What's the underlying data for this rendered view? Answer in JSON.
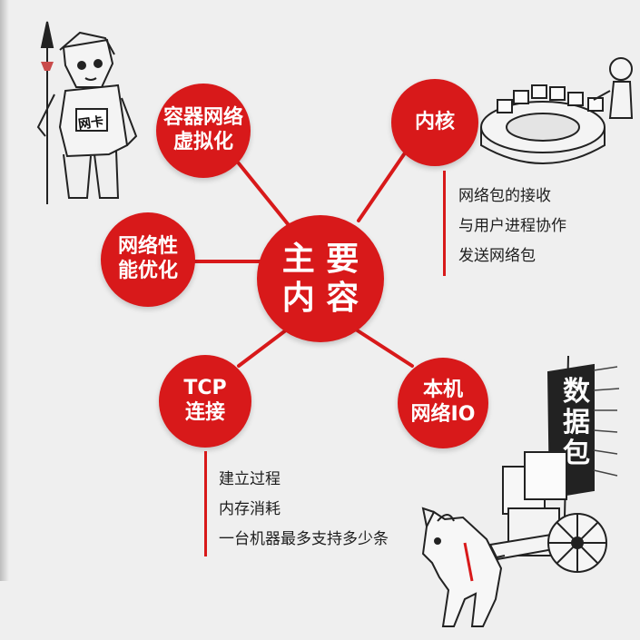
{
  "center_node": {
    "label": "主 要\n内 容"
  },
  "nodes": {
    "container": {
      "label": "容器网络\n虚拟化"
    },
    "kernel": {
      "label": "内核"
    },
    "perf": {
      "label": "网络性\n能优化"
    },
    "tcp": {
      "label": "TCP\n连接"
    },
    "local_io": {
      "label": "本机\n网络IO"
    }
  },
  "kernel_details": [
    "网络包的接收",
    "与用户进程协作",
    "发送网络包"
  ],
  "tcp_details": [
    "建立过程",
    "内存消耗",
    "一台机器最多支持多少条"
  ],
  "illustrations": {
    "soldier_badge": "网卡",
    "flag_text": "数\n据\n包"
  },
  "colors": {
    "accent": "#d8191a",
    "background": "#efefef",
    "text": "#1e1e1e"
  },
  "icons": [
    "soldier-illustration",
    "conveyor-illustration",
    "horse-cart-illustration"
  ]
}
